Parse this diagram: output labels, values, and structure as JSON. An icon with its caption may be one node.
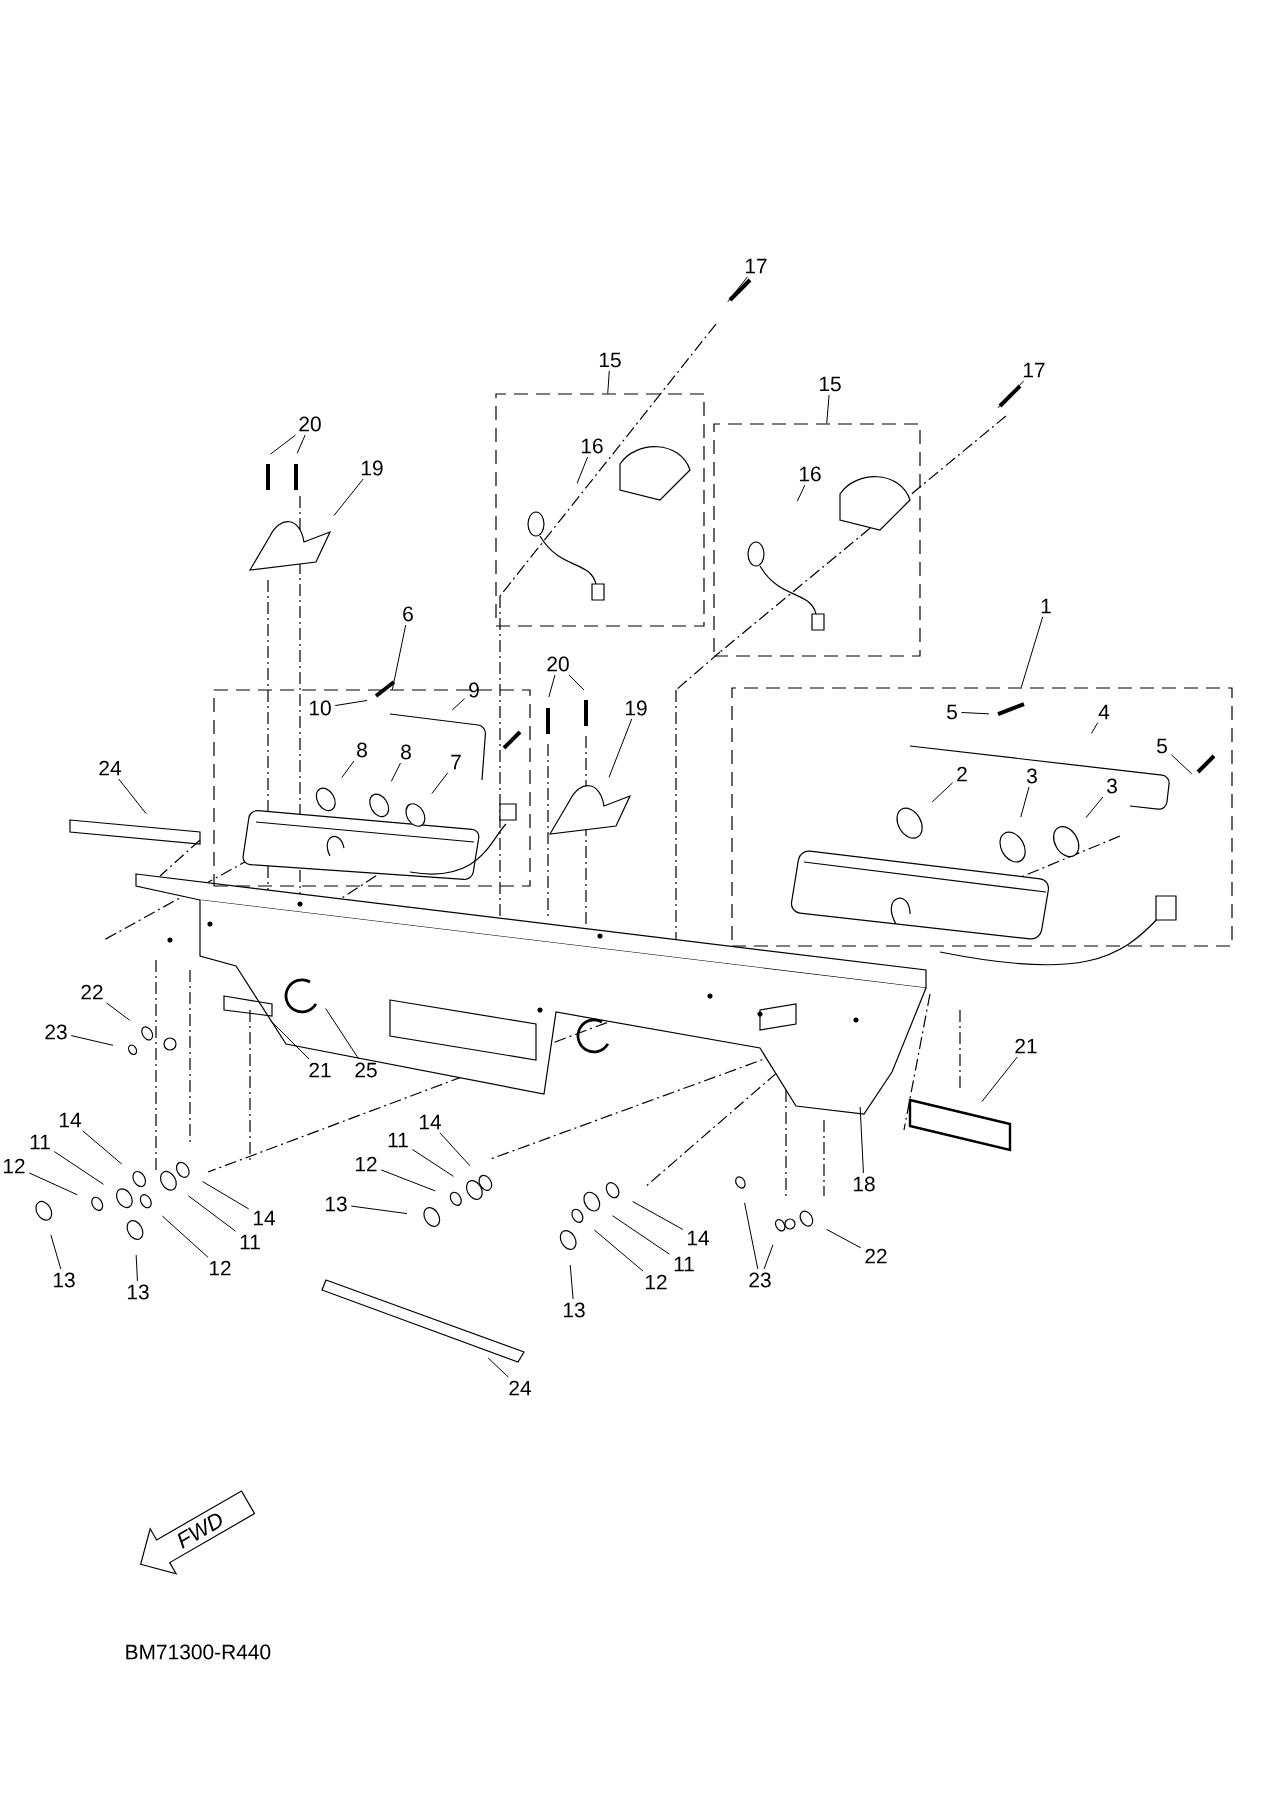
{
  "diagram": {
    "nodes": [
      {
        "text": [
          "17"
        ]
      },
      {
        "text": [
          "15"
        ]
      },
      {
        "text": [],
        "shape": "box"
      },
      {
        "text": [
          "16"
        ],
        "in": 2
      },
      {
        "text": [
          "15"
        ]
      },
      {
        "text": [],
        "shape": "box"
      },
      {
        "text": [
          "16"
        ],
        "in": 5
      },
      {
        "text": [
          "17"
        ]
      },
      {
        "text": [
          "20"
        ]
      },
      {
        "text": [
          "19"
        ]
      },
      {
        "text": [
          "6"
        ]
      },
      {
        "text": [],
        "shape": "box"
      },
      {
        "text": [
          "10"
        ],
        "in": 11
      },
      {
        "text": [
          "9"
        ],
        "in": 11
      },
      {
        "text": [
          "8"
        ],
        "in": 11
      },
      {
        "text": [
          "8"
        ],
        "in": 11
      },
      {
        "text": [
          "7"
        ],
        "in": 11
      },
      {
        "text": [
          "20"
        ]
      },
      {
        "text": [
          "19"
        ]
      },
      {
        "text": [
          "1"
        ]
      },
      {
        "text": [],
        "shape": "box"
      },
      {
        "text": [
          "5"
        ],
        "in": 20
      },
      {
        "text": [
          "4"
        ],
        "in": 20
      },
      {
        "text": [
          "5"
        ],
        "in": 20
      },
      {
        "text": [
          "2"
        ],
        "in": 20
      },
      {
        "text": [
          "3"
        ],
        "in": 20
      },
      {
        "text": [
          "3"
        ],
        "in": 20
      },
      {
        "text": [
          "24"
        ]
      },
      {
        "text": [
          "22"
        ]
      },
      {
        "text": [
          "23"
        ]
      },
      {
        "text": [
          "21"
        ]
      },
      {
        "text": [
          "25"
        ]
      },
      {
        "text": [
          "21"
        ]
      },
      {
        "text": [
          "18"
        ]
      },
      {
        "text": [
          "14"
        ]
      },
      {
        "text": [
          "11"
        ]
      },
      {
        "text": [
          "12"
        ]
      },
      {
        "text": [
          "13"
        ]
      },
      {
        "text": [
          "14"
        ]
      },
      {
        "text": [
          "11"
        ]
      },
      {
        "text": [
          "12"
        ]
      },
      {
        "text": [
          "13"
        ]
      },
      {
        "text": [
          "14"
        ]
      },
      {
        "text": [
          "11"
        ]
      },
      {
        "text": [
          "12"
        ]
      },
      {
        "text": [
          "13"
        ]
      },
      {
        "text": [
          "14"
        ]
      },
      {
        "text": [
          "11"
        ]
      },
      {
        "text": [
          "12"
        ]
      },
      {
        "text": [
          "13"
        ]
      },
      {
        "text": [
          "23"
        ]
      },
      {
        "text": [
          "22"
        ]
      },
      {
        "text": [
          "24"
        ]
      },
      {
        "text": [
          "FWD"
        ]
      }
    ],
    "edges": [
      {
        "from": 0,
        "to": null,
        "arrow": "none"
      },
      {
        "from": 1,
        "to": 2,
        "arrow": "none"
      },
      {
        "from": 3,
        "to": null,
        "arrow": "none"
      },
      {
        "from": 4,
        "to": 5,
        "arrow": "none"
      },
      {
        "from": 6,
        "to": null,
        "arrow": "none"
      },
      {
        "from": 7,
        "to": null,
        "arrow": "none"
      },
      {
        "from": 8,
        "to": null,
        "arrow": "none"
      },
      {
        "from": 8,
        "to": null,
        "arrow": "none"
      },
      {
        "from": 9,
        "to": null,
        "arrow": "none"
      },
      {
        "from": 10,
        "to": 11,
        "arrow": "none"
      },
      {
        "from": 12,
        "to": null,
        "arrow": "none"
      },
      {
        "from": 13,
        "to": null,
        "arrow": "none"
      },
      {
        "from": 14,
        "to": null,
        "arrow": "none"
      },
      {
        "from": 15,
        "to": null,
        "arrow": "none"
      },
      {
        "from": 16,
        "to": null,
        "arrow": "none"
      },
      {
        "from": 17,
        "to": null,
        "arrow": "none"
      },
      {
        "from": 17,
        "to": null,
        "arrow": "none"
      },
      {
        "from": 18,
        "to": null,
        "arrow": "none"
      },
      {
        "from": 19,
        "to": 20,
        "arrow": "none"
      },
      {
        "from": 21,
        "to": null,
        "arrow": "none"
      },
      {
        "from": 22,
        "to": null,
        "arrow": "none"
      },
      {
        "from": 23,
        "to": null,
        "arrow": "none"
      },
      {
        "from": 24,
        "to": null,
        "arrow": "none"
      },
      {
        "from": 25,
        "to": null,
        "arrow": "none"
      },
      {
        "from": 26,
        "to": null,
        "arrow": "none"
      },
      {
        "from": 27,
        "to": null,
        "arrow": "none"
      },
      {
        "from": 28,
        "to": null,
        "arrow": "none"
      },
      {
        "from": 29,
        "to": null,
        "arrow": "none"
      },
      {
        "from": 30,
        "to": null,
        "arrow": "none"
      },
      {
        "from": 31,
        "to": null,
        "arrow": "none"
      },
      {
        "from": 32,
        "to": null,
        "arrow": "none"
      },
      {
        "from": 33,
        "to": null,
        "arrow": "none"
      },
      {
        "from": 34,
        "to": null,
        "arrow": "none"
      },
      {
        "from": 35,
        "to": null,
        "arrow": "none"
      },
      {
        "from": 36,
        "to": null,
        "arrow": "none"
      },
      {
        "from": 37,
        "to": null,
        "arrow": "none"
      },
      {
        "from": 38,
        "to": null,
        "arrow": "none"
      },
      {
        "from": 39,
        "to": null,
        "arrow": "none"
      },
      {
        "from": 40,
        "to": null,
        "arrow": "none"
      },
      {
        "from": 41,
        "to": null,
        "arrow": "none"
      },
      {
        "from": 42,
        "to": null,
        "arrow": "none"
      },
      {
        "from": 43,
        "to": null,
        "arrow": "none"
      },
      {
        "from": 44,
        "to": null,
        "arrow": "none"
      },
      {
        "from": 45,
        "to": null,
        "arrow": "none"
      },
      {
        "from": 46,
        "to": null,
        "arrow": "none"
      },
      {
        "from": 47,
        "to": null,
        "arrow": "none"
      },
      {
        "from": 48,
        "to": null,
        "arrow": "none"
      },
      {
        "from": 49,
        "to": null,
        "arrow": "none"
      },
      {
        "from": 50,
        "to": null,
        "arrow": "none"
      },
      {
        "from": 50,
        "to": null,
        "arrow": "none"
      },
      {
        "from": 51,
        "to": null,
        "arrow": "none"
      },
      {
        "from": 52,
        "to": null,
        "arrow": "none"
      }
    ],
    "labels": [
      "BM71300-R440"
    ]
  }
}
